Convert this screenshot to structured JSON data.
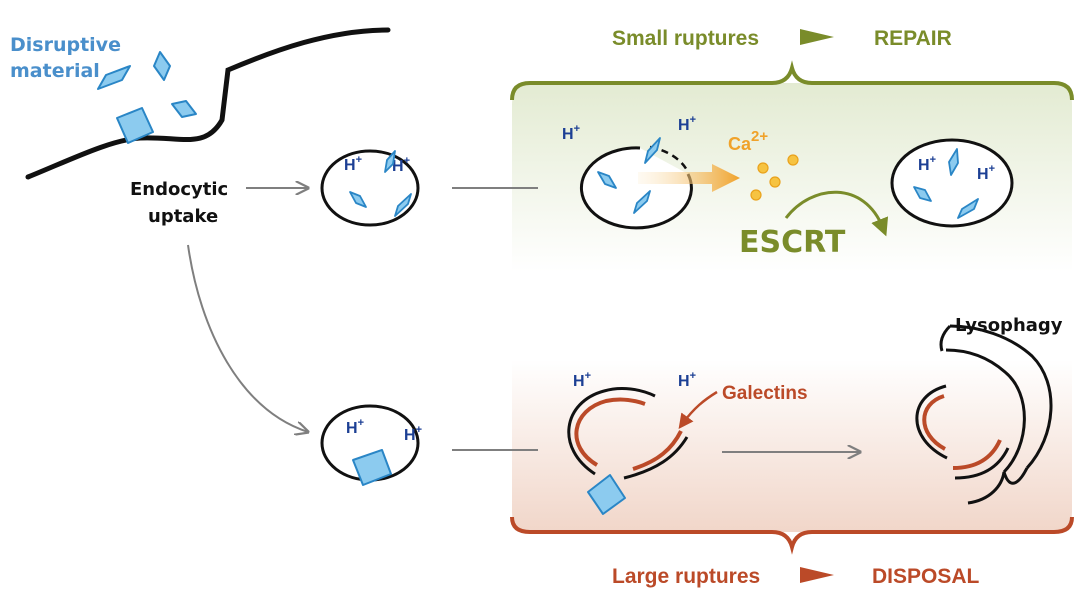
{
  "colors": {
    "blue_text": "#4a8fcb",
    "navy": "#1c3f94",
    "olive": "#7a8c2a",
    "rust": "#bb4a28",
    "orange": "#f0a22a",
    "crystal_fill": "#8ccbef",
    "crystal_stroke": "#2a86c6",
    "ion_fill": "#f6c341",
    "gray_arrow": "#7f7f7f"
  },
  "labels": {
    "disruptive_line1": "Disruptive",
    "disruptive_line2": "material",
    "endocytic_line1": "Endocytic",
    "endocytic_line2": "uptake",
    "proton": "H",
    "plus": "+",
    "ca": "Ca",
    "ca_charge": "2+",
    "escrt": "ESCRT",
    "galectins": "Galectins",
    "lysophagy": "Lysophagy"
  },
  "pathways": {
    "repair": {
      "condition": "Small ruptures",
      "outcome": "REPAIR"
    },
    "disposal": {
      "condition": "Large ruptures",
      "outcome": "DISPOSAL"
    }
  }
}
